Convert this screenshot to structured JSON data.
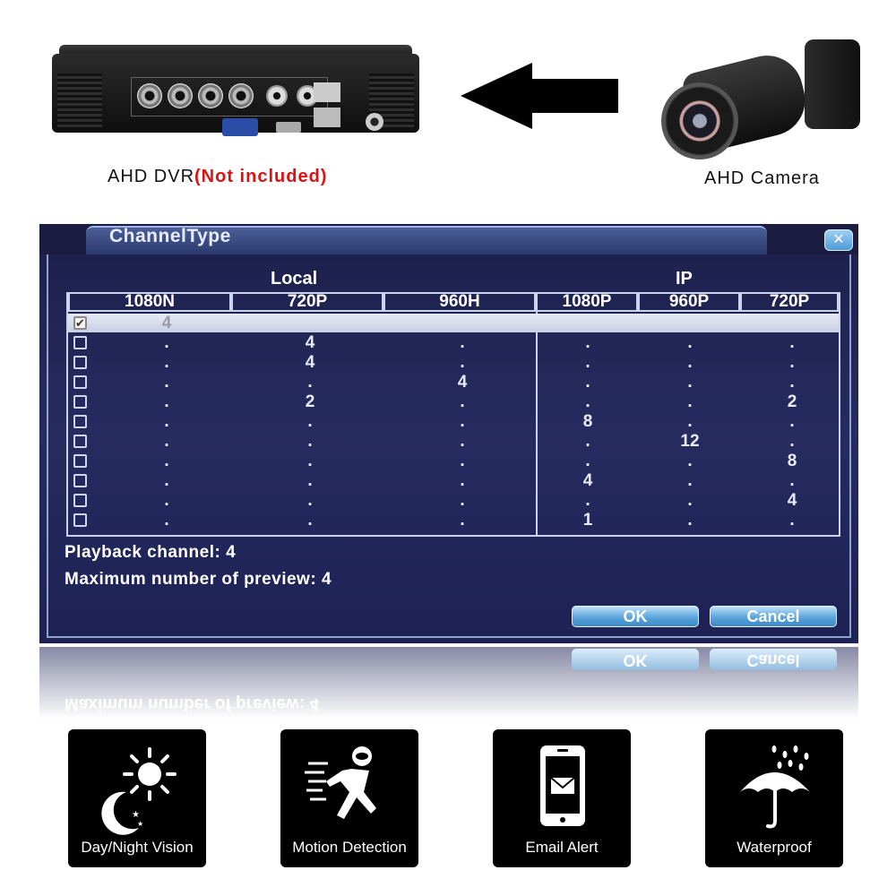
{
  "top": {
    "dvr_caption": "AHD DVR",
    "dvr_caption_note": "(Not included)",
    "camera_caption": "AHD Camera",
    "colors": {
      "note": "#e01010",
      "arrow": "#000000"
    }
  },
  "dialog": {
    "title": "ChannelType",
    "close_icon": "close-icon",
    "groups": {
      "local": "Local",
      "ip": "IP"
    },
    "columns": [
      "1080N",
      "720P",
      "960H",
      "1080P",
      "960P",
      "720P"
    ],
    "rows": [
      {
        "checked": true,
        "selected": true,
        "cells": [
          "4",
          "",
          "",
          "",
          "",
          ""
        ]
      },
      {
        "checked": false,
        "selected": false,
        "cells": [
          ".",
          "4",
          ".",
          ".",
          ".",
          "."
        ]
      },
      {
        "checked": false,
        "selected": false,
        "cells": [
          ".",
          "4",
          ".",
          ".",
          ".",
          "."
        ]
      },
      {
        "checked": false,
        "selected": false,
        "cells": [
          ".",
          ".",
          "4",
          ".",
          ".",
          "."
        ]
      },
      {
        "checked": false,
        "selected": false,
        "cells": [
          ".",
          "2",
          ".",
          ".",
          ".",
          "2"
        ]
      },
      {
        "checked": false,
        "selected": false,
        "cells": [
          ".",
          ".",
          ".",
          "8",
          ".",
          "."
        ]
      },
      {
        "checked": false,
        "selected": false,
        "cells": [
          ".",
          ".",
          ".",
          ".",
          "12",
          "."
        ]
      },
      {
        "checked": false,
        "selected": false,
        "cells": [
          ".",
          ".",
          ".",
          ".",
          ".",
          "8"
        ]
      },
      {
        "checked": false,
        "selected": false,
        "cells": [
          ".",
          ".",
          ".",
          "4",
          ".",
          "."
        ]
      },
      {
        "checked": false,
        "selected": false,
        "cells": [
          ".",
          ".",
          ".",
          ".",
          ".",
          "4"
        ]
      },
      {
        "checked": false,
        "selected": false,
        "cells": [
          ".",
          ".",
          ".",
          "1",
          ".",
          "."
        ]
      }
    ],
    "playback_channel": "Playback channel: 4",
    "max_preview": "Maximum number of preview: 4",
    "ok_label": "OK",
    "cancel_label": "Cancel",
    "colors": {
      "background": "#232858",
      "border": "#c9d3ee",
      "button": "#5aa4dc"
    }
  },
  "features": [
    {
      "label": "Day/Night Vision",
      "icon": "day-night-icon"
    },
    {
      "label": "Motion Detection",
      "icon": "running-man-icon"
    },
    {
      "label": "Email Alert",
      "icon": "phone-mail-icon"
    },
    {
      "label": "Waterproof",
      "icon": "umbrella-rain-icon"
    }
  ]
}
